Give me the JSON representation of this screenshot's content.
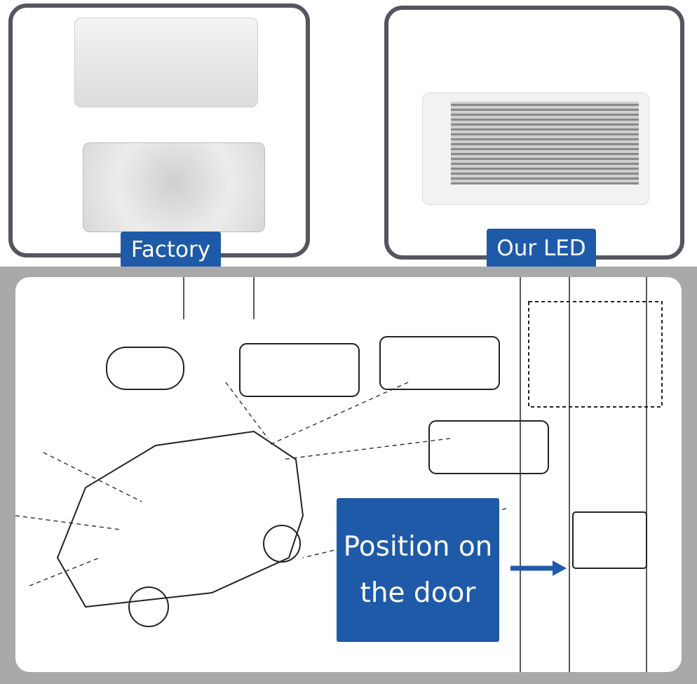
{
  "panels": {
    "factory": {
      "label": "Factory"
    },
    "led": {
      "label": "Our LED"
    }
  },
  "diagram": {
    "callout_line1": "Position on",
    "callout_line2": "the door"
  },
  "colors": {
    "accent": "#1f5aa8",
    "border": "#55555f",
    "frame": "#a9a9a9"
  }
}
